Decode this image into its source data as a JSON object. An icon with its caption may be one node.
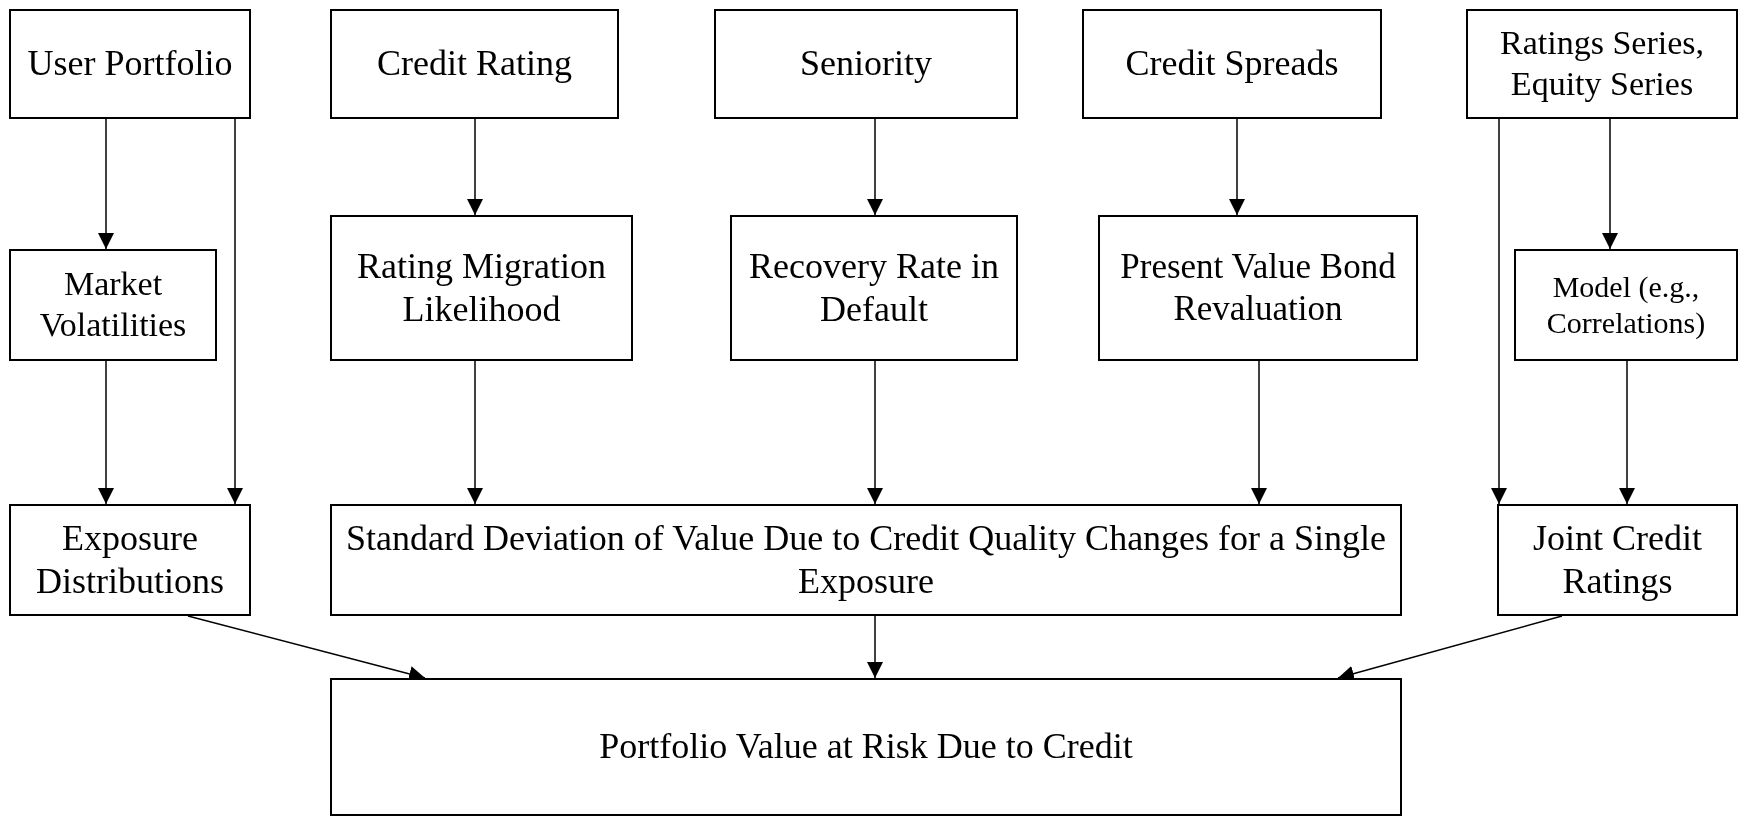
{
  "diagram": {
    "nodes": [
      {
        "text": [
          "User Portfolio"
        ]
      },
      {
        "text": [
          "Credit Rating"
        ]
      },
      {
        "text": [
          "Seniority"
        ]
      },
      {
        "text": [
          "Credit Spreads"
        ]
      },
      {
        "text": [
          "Ratings Series, Equity Series"
        ]
      },
      {
        "text": [
          "Market Volatilities"
        ]
      },
      {
        "text": [
          "Rating Migration Likelihood"
        ]
      },
      {
        "text": [
          "Recovery Rate in Default"
        ]
      },
      {
        "text": [
          "Present Value Bond Revaluation"
        ]
      },
      {
        "text": [
          "Model (e.g., Correlations)"
        ]
      },
      {
        "text": [
          "Exposure Distributions"
        ]
      },
      {
        "text": [
          "Standard Deviation of Value Due to Credit Quality Changes for a Single Exposure"
        ]
      },
      {
        "text": [
          "Joint Credit Ratings"
        ]
      },
      {
        "text": [
          "Portfolio Value at Risk Due to Credit"
        ]
      }
    ],
    "edges": [
      {
        "from": 0,
        "to": 5,
        "arrow": "to"
      },
      {
        "from": 0,
        "to": 10,
        "arrow": "to"
      },
      {
        "from": 5,
        "to": 10,
        "arrow": "to"
      },
      {
        "from": 1,
        "to": 6,
        "arrow": "to"
      },
      {
        "from": 2,
        "to": 7,
        "arrow": "to"
      },
      {
        "from": 3,
        "to": 8,
        "arrow": "to"
      },
      {
        "from": 4,
        "to": 9,
        "arrow": "to"
      },
      {
        "from": 4,
        "to": 12,
        "arrow": "to"
      },
      {
        "from": 9,
        "to": 12,
        "arrow": "to"
      },
      {
        "from": 6,
        "to": 11,
        "arrow": "to"
      },
      {
        "from": 7,
        "to": 11,
        "arrow": "to"
      },
      {
        "from": 8,
        "to": 11,
        "arrow": "to"
      },
      {
        "from": 10,
        "to": 13,
        "arrow": "to"
      },
      {
        "from": 11,
        "to": 13,
        "arrow": "to"
      },
      {
        "from": 12,
        "to": 13,
        "arrow": "to"
      }
    ]
  }
}
